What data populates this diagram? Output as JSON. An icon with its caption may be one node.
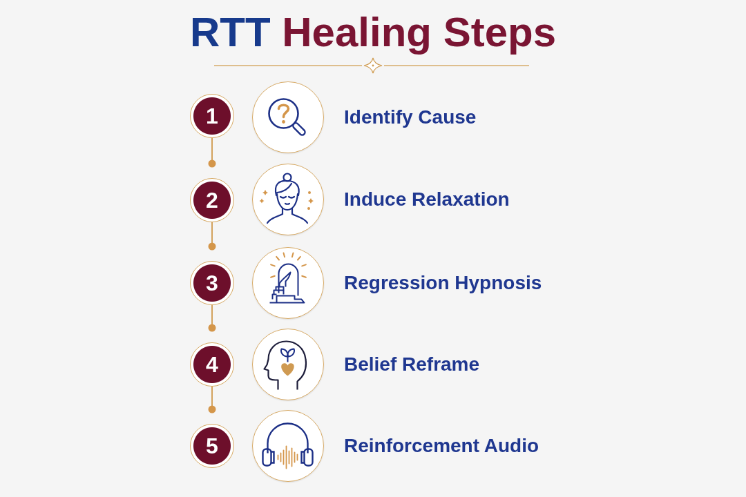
{
  "diagram": {
    "title": "RTT Healing Steps",
    "nodes": [
      {
        "text": [
          "1"
        ]
      },
      {
        "text": [],
        "shape": "circle",
        "beside": [
          "Identify Cause"
        ]
      },
      {
        "text": [
          "2"
        ]
      },
      {
        "text": [],
        "shape": "circle",
        "beside": [
          "Induce Relaxation"
        ]
      },
      {
        "text": [
          "3"
        ]
      },
      {
        "text": [],
        "shape": "circle",
        "beside": [
          "Regression Hypnosis"
        ]
      },
      {
        "text": [
          "4"
        ]
      },
      {
        "text": [],
        "shape": "circle",
        "beside": [
          "Belief Reframe"
        ]
      },
      {
        "text": [
          "5"
        ]
      },
      {
        "text": [],
        "shape": "circle",
        "beside": [
          "Reinforcement Audio"
        ]
      }
    ],
    "edges": [
      {
        "from": 0,
        "to": 2,
        "arrow": "other"
      },
      {
        "from": 2,
        "to": 4,
        "arrow": "other"
      },
      {
        "from": 4,
        "to": 6,
        "arrow": "other"
      },
      {
        "from": 6,
        "to": 8,
        "arrow": "other"
      }
    ]
  }
}
